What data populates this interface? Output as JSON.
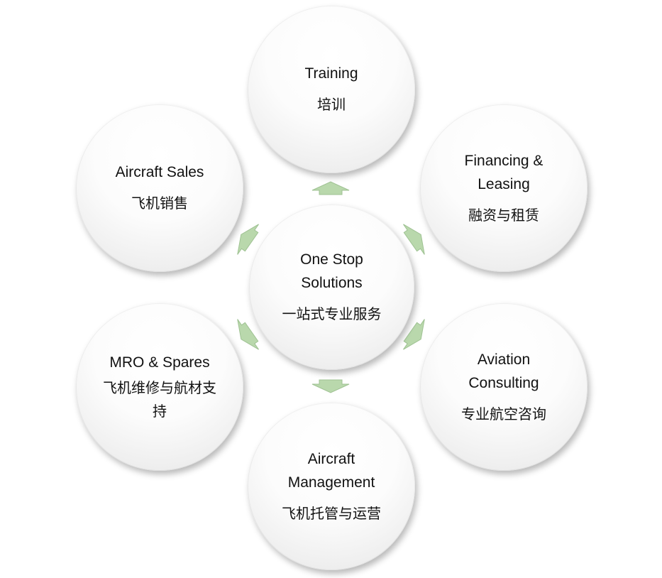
{
  "nodes": {
    "center": {
      "en": "One Stop Solutions",
      "zh": "一站式专业服务"
    },
    "training": {
      "en": "Training",
      "zh": "培训"
    },
    "financing": {
      "en": "Financing & Leasing",
      "zh": "融资与租赁"
    },
    "consulting": {
      "en": "Aviation Consulting",
      "zh": "专业航空咨询"
    },
    "management": {
      "en": "Aircraft Management",
      "zh": "飞机托管与运营"
    },
    "mro": {
      "en": "MRO & Spares",
      "zh": "飞机维修与航材支持"
    },
    "sales": {
      "en": "Aircraft Sales",
      "zh": "飞机销售"
    }
  },
  "colors": {
    "arrow_fill": "#b9d8ac",
    "arrow_stroke": "#9fc293"
  }
}
